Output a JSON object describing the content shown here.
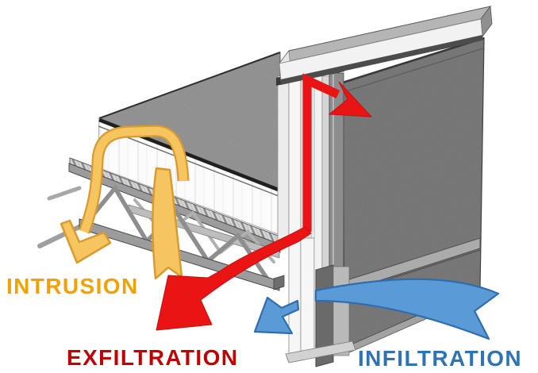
{
  "labels": {
    "intrusion": "INTRUSION",
    "exfiltration": "EXFILTRATION",
    "infiltration": "INFILTRATION"
  },
  "colors": {
    "background": "#FFFFFF",
    "intrusion_text": "#F0A202",
    "exfiltration_text": "#C00000",
    "infiltration_text": "#2E74B5",
    "intrusion_arrow_fill": "#F6C55F",
    "intrusion_arrow_stroke": "#D79B2F",
    "exfiltration_arrow": "#EB1414",
    "exfiltration_arrow_edge": "#C40E0E",
    "infiltration_arrow_fill": "#5B9BD5",
    "infiltration_arrow_stroke": "#2F6DB0",
    "roof_surface": "#999999",
    "wall_panel": "#7D7D7D",
    "coping_top": "#B5B5B5",
    "coping_fascia": "#F2F2F2",
    "girt": "#ABABAB"
  }
}
